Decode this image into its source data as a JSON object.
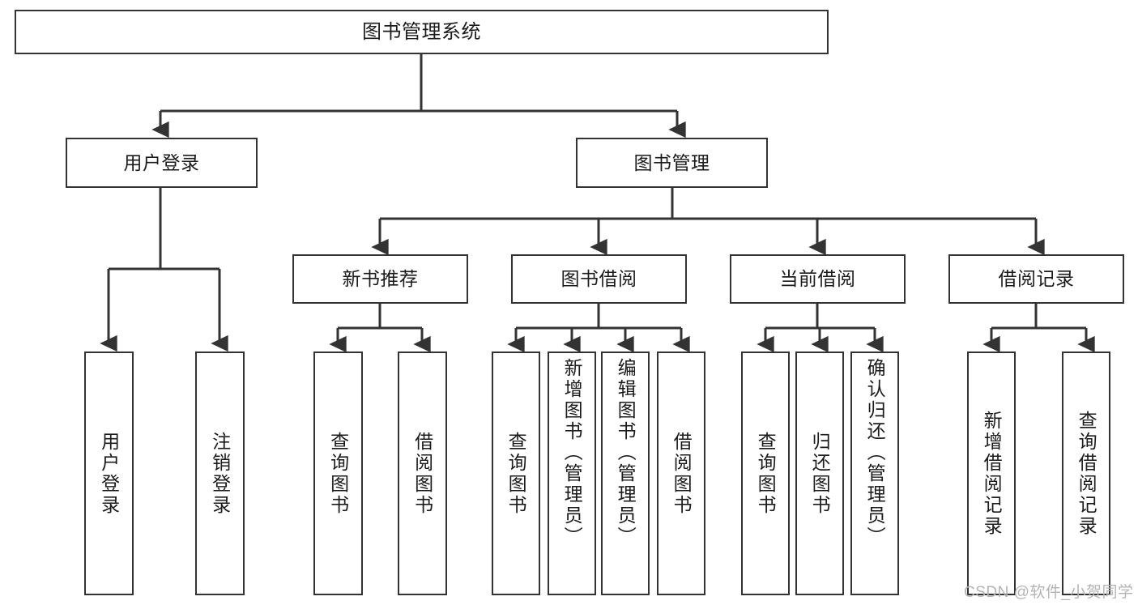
{
  "diagram": {
    "title": "图书管理系统",
    "type": "tree-hierarchy",
    "watermark": "CSDN @软件_小贺同学",
    "colors": {
      "box_border": "#333333",
      "box_fill": "#ffffff",
      "connector": "#333333",
      "text": "#1b1b1b",
      "watermark": "#b4b4b4",
      "background": "#ffffff"
    },
    "nodes": {
      "root": {
        "label": "图书管理系统"
      },
      "level2": [
        {
          "id": "user-login",
          "label": "用户登录"
        },
        {
          "id": "book-management",
          "label": "图书管理"
        }
      ],
      "level3": [
        {
          "id": "new-book-recommend",
          "label": "新书推荐"
        },
        {
          "id": "book-borrow",
          "label": "图书借阅"
        },
        {
          "id": "current-borrow",
          "label": "当前借阅"
        },
        {
          "id": "borrow-record",
          "label": "借阅记录"
        }
      ],
      "leaves": {
        "user_login": [
          {
            "id": "leaf-user-login",
            "label": "用户登录"
          },
          {
            "id": "leaf-user-logout",
            "label": "注销登录"
          }
        ],
        "new_book_recommend": [
          {
            "id": "leaf-query-book-1",
            "label": "查询图书"
          },
          {
            "id": "leaf-borrow-book-1",
            "label": "借阅图书"
          }
        ],
        "book_borrow": [
          {
            "id": "leaf-query-book-2",
            "label": "查询图书"
          },
          {
            "id": "leaf-add-book",
            "label": "新增图书（管理员）"
          },
          {
            "id": "leaf-edit-book",
            "label": "编辑图书（管理员）"
          },
          {
            "id": "leaf-borrow-book-2",
            "label": "借阅图书"
          }
        ],
        "current_borrow": [
          {
            "id": "leaf-query-book-3",
            "label": "查询图书"
          },
          {
            "id": "leaf-return-book",
            "label": "归还图书"
          },
          {
            "id": "leaf-confirm-return",
            "label": "确认归还（管理员）"
          }
        ],
        "borrow_record": [
          {
            "id": "leaf-add-record",
            "label": "新增借阅记录"
          },
          {
            "id": "leaf-query-record",
            "label": "查询借阅记录"
          }
        ]
      }
    }
  }
}
